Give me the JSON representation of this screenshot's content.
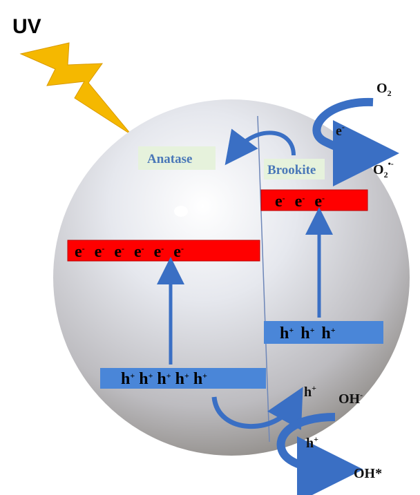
{
  "title": "UV",
  "phases": {
    "left": "Anatase",
    "right": "Brookite"
  },
  "anatase": {
    "conduction_band": [
      "e",
      "e",
      "e",
      "e",
      "e",
      "e"
    ],
    "valence_band": [
      "h",
      "h",
      "h",
      "h",
      "h"
    ]
  },
  "brookite": {
    "conduction_band": [
      "e",
      "e",
      "e"
    ],
    "valence_band": [
      "h",
      "h",
      "h"
    ]
  },
  "charges": {
    "minus": "-",
    "plus": "+"
  },
  "reactions": {
    "oxygen": {
      "reactant": "O",
      "reactant_sub": "2",
      "carrier": "e",
      "carrier_sup": "-",
      "product": "O",
      "product_sub": "2",
      "product_sup": "•-"
    },
    "hydroxyl": {
      "hole_label": "h",
      "hole_sup": "+",
      "reactant": "OH",
      "reactant_sup": "-",
      "carrier": "h",
      "carrier_sup": "+",
      "product": "OH*"
    }
  },
  "colors": {
    "conduction": "#ff0000",
    "valence": "#4a86d8",
    "arrow": "#3a6fc4",
    "bolt": "#f5b800",
    "label_bg": "#e6f2dc"
  }
}
